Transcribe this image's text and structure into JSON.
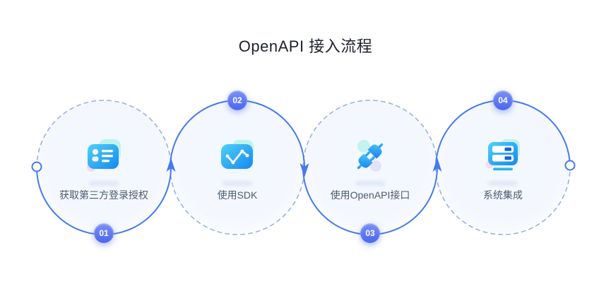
{
  "title": "OpenAPI 接入流程",
  "steps": [
    {
      "number": "01",
      "label": "获取第三方登录授权",
      "icon": "id-card-icon"
    },
    {
      "number": "02",
      "label": "使用SDK",
      "icon": "chart-line-icon"
    },
    {
      "number": "03",
      "label": "使用OpenAPI接口",
      "icon": "plug-connector-icon"
    },
    {
      "number": "04",
      "label": "系统集成",
      "icon": "server-stack-icon"
    }
  ],
  "colors": {
    "solid_arc": "#4678f0",
    "dashed_arc": "#93abf5",
    "badge_gradient_from": "#7b90f7",
    "badge_gradient_to": "#4a66ee",
    "icon_gradient_from": "#4fd1f9",
    "icon_gradient_to": "#1688ef",
    "accent_teal": "#8debdf",
    "label_text": "#4e5a6e",
    "title_text": "#1d2129"
  }
}
